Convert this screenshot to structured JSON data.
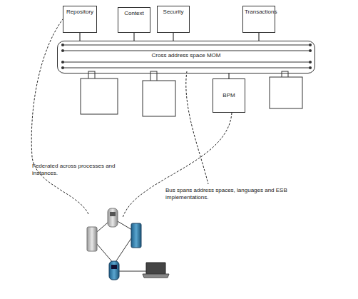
{
  "diagram": {
    "nodes": [
      {
        "text": [
          "Repository"
        ]
      },
      {
        "text": [
          "Context"
        ]
      },
      {
        "text": [
          "Security"
        ]
      },
      {
        "text": [
          "Transactions"
        ]
      },
      {
        "text": [
          "Cross address space MOM"
        ]
      },
      {
        "text": [
          "BPM"
        ]
      }
    ],
    "edges": [
      {
        "from": 0,
        "to": 4,
        "arrow": "none"
      },
      {
        "from": 1,
        "to": 4,
        "arrow": "none"
      },
      {
        "from": 2,
        "to": 4,
        "arrow": "none"
      },
      {
        "from": 3,
        "to": 4,
        "arrow": "none"
      },
      {
        "from": 5,
        "to": 4,
        "arrow": "none"
      }
    ],
    "labels": [
      "Federated across processes and instances.",
      "Bus spans address spaces, languages and ESB implementations."
    ]
  }
}
